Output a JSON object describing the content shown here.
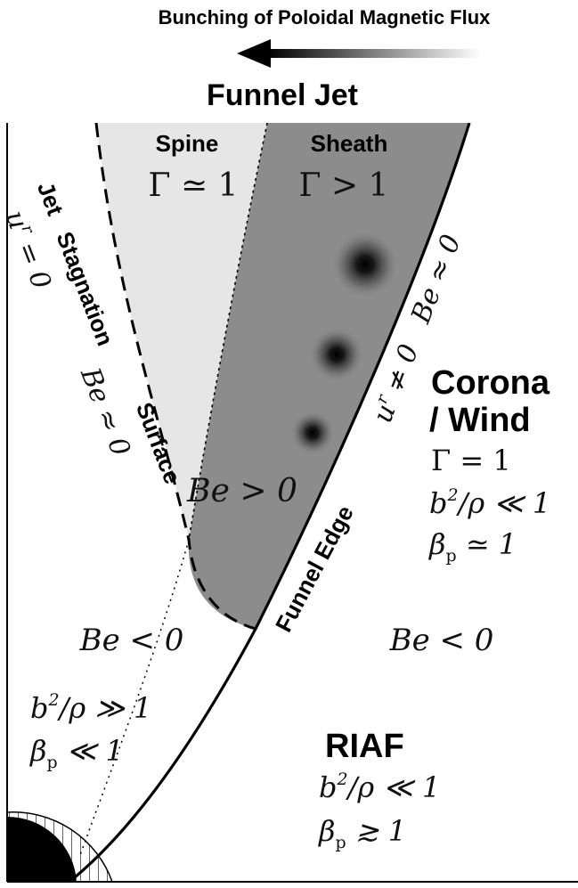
{
  "header": {
    "flux_label": "Bunching of Poloidal Magnetic Flux"
  },
  "titles": {
    "funnel_jet": "Funnel Jet",
    "spine": "Spine",
    "sheath": "Sheath",
    "corona_line1": "Corona",
    "corona_line2": "/ Wind",
    "riaf": "RIAF"
  },
  "boundaries": {
    "stagnation_line1": "Jet",
    "stagnation_line2": "Stagnation",
    "stagnation_line3": "Surface",
    "stagnation_math1": "u",
    "stagnation_math1_sup": "r",
    "stagnation_math1_rest": " = 0",
    "stagnation_math2": "Be ≈ 0",
    "funnel_edge": "Funnel Edge",
    "funnel_edge_math1": "u",
    "funnel_edge_math1_sup": "r",
    "funnel_edge_math1_rest": " ≠ 0",
    "funnel_edge_math2": "Be ≈ 0"
  },
  "math": {
    "spine_gamma": "Γ ≃ 1",
    "sheath_gamma": "Γ > 1",
    "be_positive": "Be > 0",
    "be_negative_left": "Be < 0",
    "be_negative_right": "Be < 0",
    "corona_gamma": "Γ = 1",
    "corona_b2": "b",
    "corona_b2_rest": "/ρ ≪ 1",
    "corona_beta": "β",
    "corona_beta_sub": "p",
    "corona_beta_rest": " ≃ 1",
    "left_b2": "b",
    "left_b2_rest": "/ρ ≫ 1",
    "left_beta": "β",
    "left_beta_sub": "p",
    "left_beta_rest": " ≪ 1",
    "riaf_b2": "b",
    "riaf_b2_rest": "/ρ ≪ 1",
    "riaf_beta": "β",
    "riaf_beta_sub": "p",
    "riaf_beta_rest": " ≳ 1",
    "sup2": "2"
  },
  "colors": {
    "spine_fill": "#e6e6e6",
    "sheath_fill": "#8c8c8c",
    "line": "#000000",
    "arrow": "#000000",
    "blob": "#000000"
  },
  "icons": {
    "black_hole": "black-hole-icon",
    "ergosphere": "ergosphere-hatch-icon",
    "flux_arrow": "left-arrow-icon",
    "plasmoid": "blob-icon"
  }
}
